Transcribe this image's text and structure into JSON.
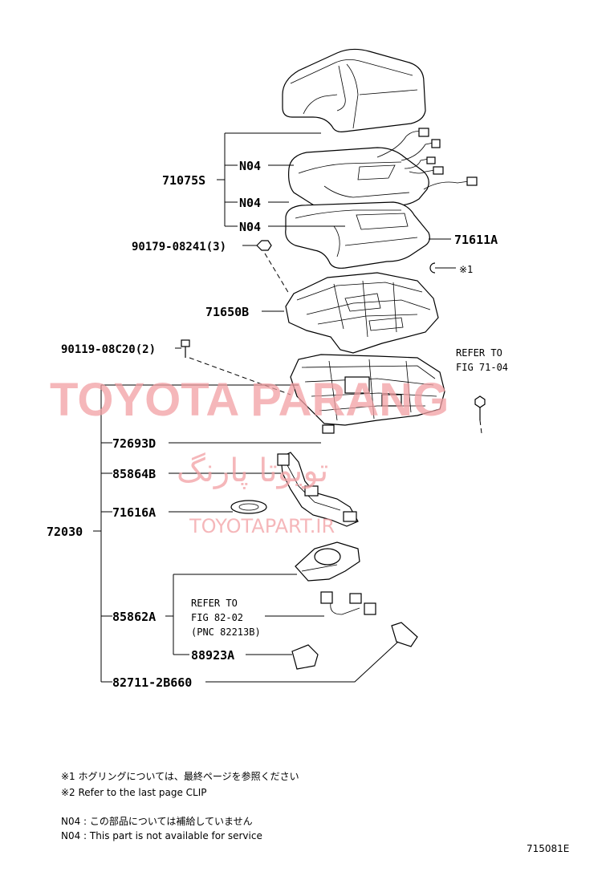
{
  "labels": {
    "p71075S": "71075S",
    "n04_a": "N04",
    "n04_b": "N04",
    "n04_c": "N04",
    "p71611A": "71611A",
    "p90179": "90179-08241(3)",
    "ref1": "※1",
    "p71650B": "71650B",
    "p90119": "90119-08C20(2)",
    "refer_to_1": "REFER TO",
    "fig_71_04": "FIG 71-04",
    "p72693D": "72693D",
    "p85864B": "85864B",
    "p71616A": "71616A",
    "p72030": "72030",
    "p85862A": "85862A",
    "refer_to_2": "REFER TO",
    "fig_82_02": "FIG 82-02",
    "pnc": "(PNC 82213B)",
    "p88923A": "88923A",
    "p82711": "82711-2B660"
  },
  "notes": {
    "line1": "※1 ホグリングについては、最終ページを参照ください",
    "line2": "※2 Refer to the last page CLIP",
    "line3": "N04 : この部品については補給していません",
    "line4": "N04 : This part is not available for service"
  },
  "watermark": {
    "main": "TOYOTA PARANG",
    "persian": "تویوتا پارنگ",
    "site": "TOYOTAPART.IR"
  },
  "figure_id": "715081E",
  "colors": {
    "ink": "#000000",
    "watermark": "#f2a0a4",
    "background": "#ffffff"
  }
}
